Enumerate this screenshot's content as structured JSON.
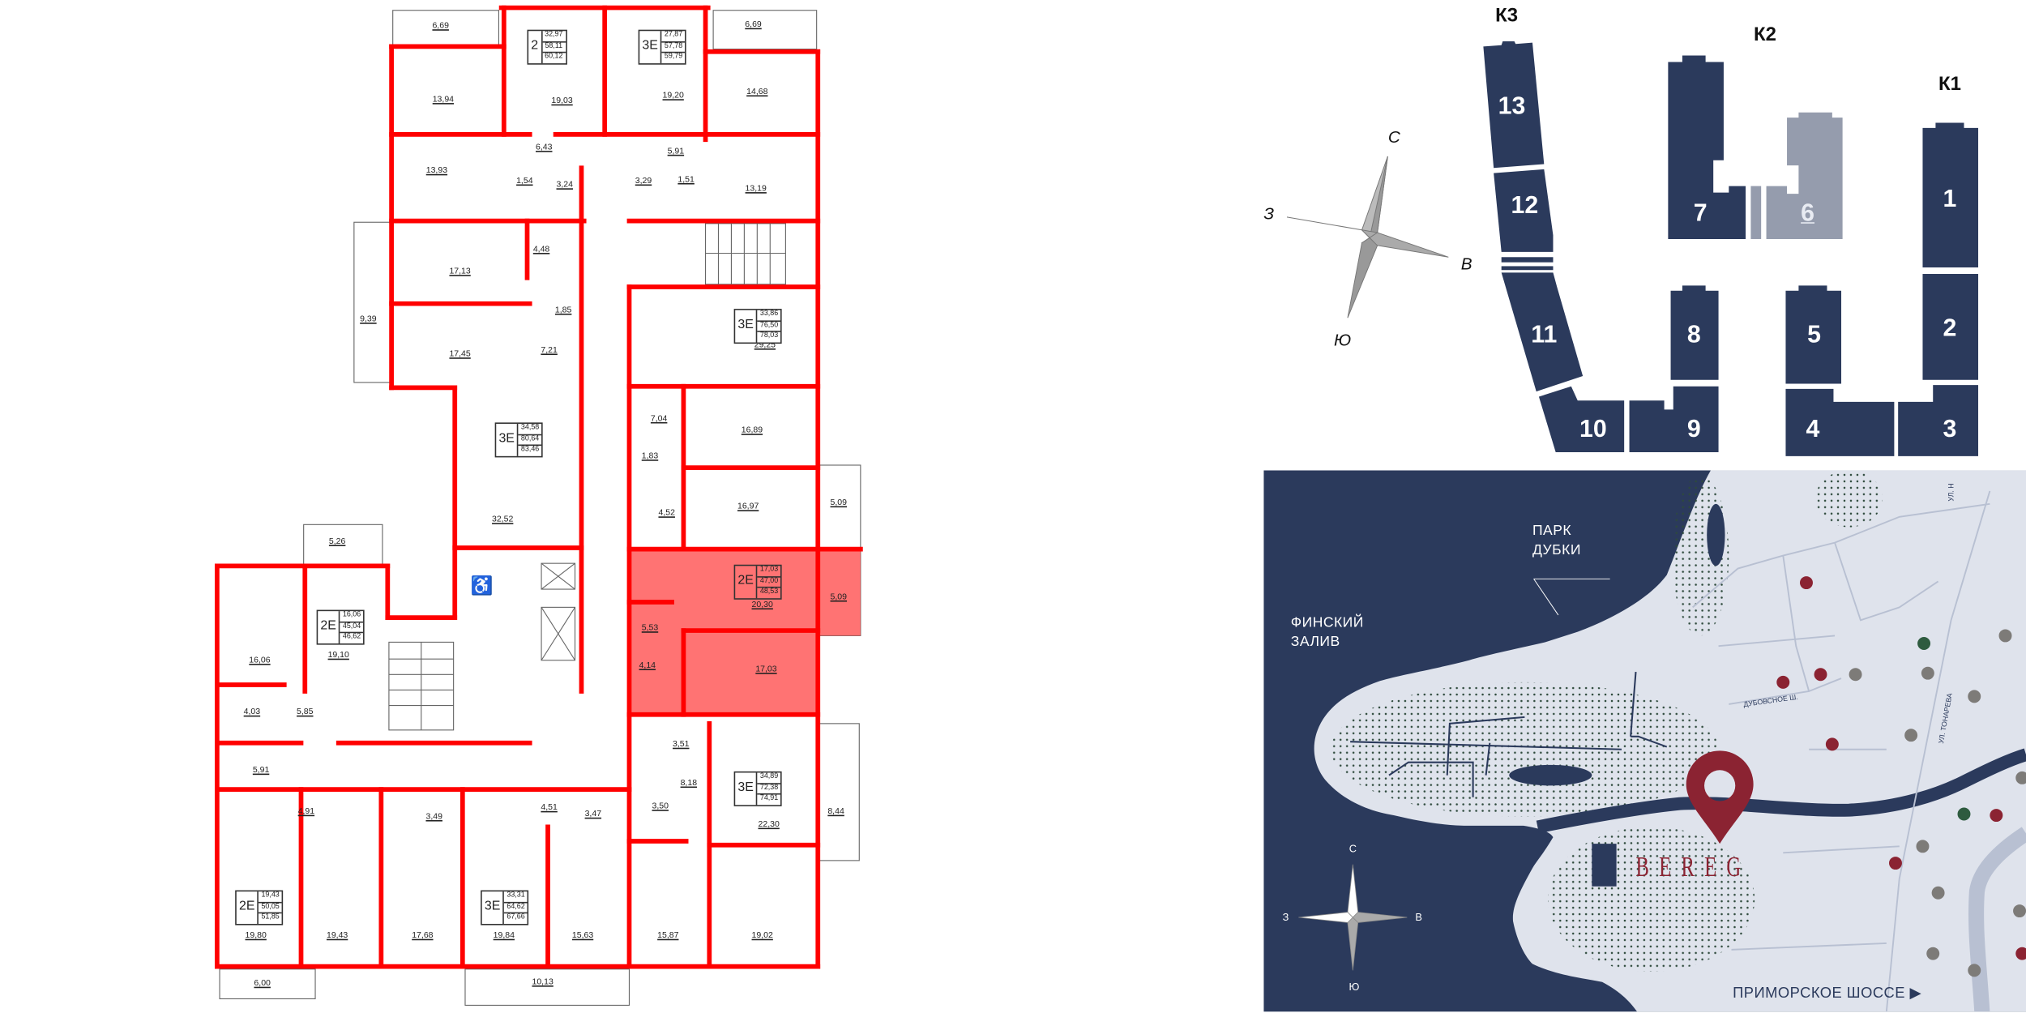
{
  "floor_plan": {
    "rooms": [
      "6,69",
      "6,69",
      "13,94",
      "19,03",
      "19,20",
      "14,68",
      "6,43",
      "5,91",
      "13,93",
      "1,54",
      "3,24",
      "3,29",
      "1,51",
      "13,19",
      "4,48",
      "17,13",
      "9,39",
      "1,85",
      "7,21",
      "17,45",
      "29,25",
      "32,52",
      "7,04",
      "16,89",
      "1,83",
      "4,52",
      "16,97",
      "5,09",
      "5,26",
      "16,06",
      "19,10",
      "20,30",
      "5,09",
      "5,53",
      "4,14",
      "17,03",
      "4,03",
      "5,85",
      "5,91",
      "3,51",
      "8,18",
      "22,30",
      "8,44",
      "4,91",
      "3,49",
      "4,51",
      "3,47",
      "3,50",
      "19,80",
      "19,43",
      "17,68",
      "19,84",
      "15,63",
      "15,87",
      "19,02",
      "6,00",
      "10,13"
    ],
    "apartments": [
      {
        "type": "2",
        "living": "32,97",
        "total": "58,11",
        "total_with_balcony": "60,12"
      },
      {
        "type": "3E",
        "living": "27,87",
        "total": "57,78",
        "total_with_balcony": "59,79"
      },
      {
        "type": "3E",
        "living": "33,86",
        "total": "76,50",
        "total_with_balcony": "78,03"
      },
      {
        "type": "3E",
        "living": "34,58",
        "total": "80,64",
        "total_with_balcony": "83,46"
      },
      {
        "type": "2E",
        "living": "16,06",
        "total": "45,04",
        "total_with_balcony": "46,62"
      },
      {
        "type": "2E",
        "living": "17,03",
        "total": "47,00",
        "total_with_balcony": "48,53",
        "selected": true
      },
      {
        "type": "3E",
        "living": "34,89",
        "total": "72,38",
        "total_with_balcony": "74,91"
      },
      {
        "type": "2E",
        "living": "19,43",
        "total": "50,05",
        "total_with_balcony": "51,85"
      },
      {
        "type": "3E",
        "living": "33,31",
        "total": "64,62",
        "total_with_balcony": "67,66"
      }
    ],
    "colors": {
      "walls": "#ff0000",
      "selected_fill": "#ff5a5a"
    }
  },
  "site_plan": {
    "queues": [
      "К3",
      "К2",
      "К1"
    ],
    "buildings": [
      "13",
      "12",
      "11",
      "10",
      "9",
      "8",
      "7",
      "6",
      "5",
      "4",
      "3",
      "2",
      "1"
    ],
    "selected_building": "6",
    "compass": {
      "n": "С",
      "w": "З",
      "e": "В",
      "s": "Ю"
    },
    "colors": {
      "building": "#2b3a5c",
      "selected": "#959cad"
    }
  },
  "map": {
    "park": [
      "ПАРК",
      "ДУБКИ"
    ],
    "gulf": [
      "ФИНСКИЙ",
      "ЗАЛИВ"
    ],
    "street_dubovskoe": "ДУБОВСНОЕ Ш.",
    "street_tonareva": "УЛ. ТОНАРЕВА",
    "street_top": "УЛ. Н",
    "brand": "BEREG",
    "highway": "ПРИМОРСКОЕ ШОССЕ ▶",
    "compass": {
      "n": "С",
      "w": "З",
      "e": "В",
      "s": "Ю"
    },
    "icons": {
      "pin": "location-pin-icon"
    },
    "colors": {
      "water": "#2b3a5c",
      "land": "#dfe3ec",
      "red_poi": "#8b2332",
      "gray_poi": "#7d7b78",
      "green_poi": "#2e5b3f",
      "pin": "#8b2332"
    }
  }
}
